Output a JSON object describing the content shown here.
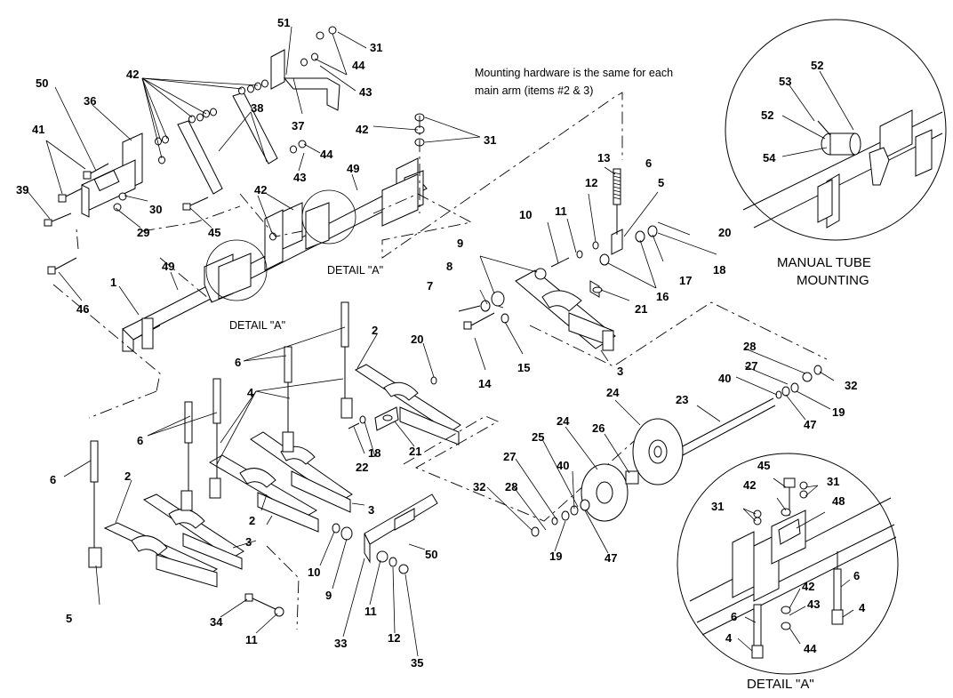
{
  "note": {
    "line1": "Mounting hardware is the same for each",
    "line2": "main arm (items #2 & 3)"
  },
  "detail_labels": {
    "upper": "DETAIL \"A\"",
    "lower": "DETAIL \"A\"",
    "inset_caption": "DETAIL \"A\""
  },
  "manual_tube": {
    "line1": "MANUAL TUBE",
    "line2": "MOUNTING"
  },
  "callouts": [
    {
      "id": "c1",
      "text": "51"
    },
    {
      "id": "c2",
      "text": "31"
    },
    {
      "id": "c3",
      "text": "44"
    },
    {
      "id": "c4",
      "text": "43"
    },
    {
      "id": "c5",
      "text": "42"
    },
    {
      "id": "c6",
      "text": "50"
    },
    {
      "id": "c7",
      "text": "36"
    },
    {
      "id": "c8",
      "text": "41"
    },
    {
      "id": "c9",
      "text": "38"
    },
    {
      "id": "c10",
      "text": "37"
    },
    {
      "id": "c11",
      "text": "42"
    },
    {
      "id": "c12",
      "text": "31"
    },
    {
      "id": "c13",
      "text": "44"
    },
    {
      "id": "c14",
      "text": "43"
    },
    {
      "id": "c15",
      "text": "49"
    },
    {
      "id": "c16",
      "text": "39"
    },
    {
      "id": "c17",
      "text": "30"
    },
    {
      "id": "c18",
      "text": "29"
    },
    {
      "id": "c19",
      "text": "45"
    },
    {
      "id": "c20",
      "text": "42"
    },
    {
      "id": "c21",
      "text": "46"
    },
    {
      "id": "c22",
      "text": "49"
    },
    {
      "id": "c23",
      "text": "1"
    },
    {
      "id": "c24",
      "text": "13"
    },
    {
      "id": "c25",
      "text": "6"
    },
    {
      "id": "c26",
      "text": "12"
    },
    {
      "id": "c27",
      "text": "5"
    },
    {
      "id": "c28",
      "text": "10"
    },
    {
      "id": "c29",
      "text": "11"
    },
    {
      "id": "c30",
      "text": "20"
    },
    {
      "id": "c31",
      "text": "9"
    },
    {
      "id": "c32",
      "text": "8"
    },
    {
      "id": "c33",
      "text": "18"
    },
    {
      "id": "c34",
      "text": "17"
    },
    {
      "id": "c35",
      "text": "16"
    },
    {
      "id": "c36",
      "text": "7"
    },
    {
      "id": "c37",
      "text": "21"
    },
    {
      "id": "c38",
      "text": "3"
    },
    {
      "id": "c39",
      "text": "15"
    },
    {
      "id": "c40",
      "text": "14"
    },
    {
      "id": "c41",
      "text": "6"
    },
    {
      "id": "c42",
      "text": "2"
    },
    {
      "id": "c43",
      "text": "20"
    },
    {
      "id": "c44",
      "text": "4"
    },
    {
      "id": "c45",
      "text": "6"
    },
    {
      "id": "c46",
      "text": "22"
    },
    {
      "id": "c47",
      "text": "18"
    },
    {
      "id": "c48",
      "text": "21"
    },
    {
      "id": "c49",
      "text": "6"
    },
    {
      "id": "c50",
      "text": "2"
    },
    {
      "id": "c51",
      "text": "2"
    },
    {
      "id": "c52",
      "text": "3"
    },
    {
      "id": "c53",
      "text": "3"
    },
    {
      "id": "c54",
      "text": "5"
    },
    {
      "id": "c55",
      "text": "10"
    },
    {
      "id": "c56",
      "text": "9"
    },
    {
      "id": "c57",
      "text": "50"
    },
    {
      "id": "c58",
      "text": "34"
    },
    {
      "id": "c59",
      "text": "11"
    },
    {
      "id": "c60",
      "text": "11"
    },
    {
      "id": "c61",
      "text": "12"
    },
    {
      "id": "c62",
      "text": "33"
    },
    {
      "id": "c63",
      "text": "35"
    },
    {
      "id": "c64",
      "text": "24"
    },
    {
      "id": "c65",
      "text": "23"
    },
    {
      "id": "c66",
      "text": "28"
    },
    {
      "id": "c67",
      "text": "27"
    },
    {
      "id": "c68",
      "text": "40"
    },
    {
      "id": "c69",
      "text": "32"
    },
    {
      "id": "c70",
      "text": "19"
    },
    {
      "id": "c71",
      "text": "47"
    },
    {
      "id": "c72",
      "text": "24"
    },
    {
      "id": "c73",
      "text": "26"
    },
    {
      "id": "c74",
      "text": "25"
    },
    {
      "id": "c75",
      "text": "27"
    },
    {
      "id": "c76",
      "text": "40"
    },
    {
      "id": "c77",
      "text": "32"
    },
    {
      "id": "c78",
      "text": "28"
    },
    {
      "id": "c79",
      "text": "19"
    },
    {
      "id": "c80",
      "text": "47"
    },
    {
      "id": "c81",
      "text": "52"
    },
    {
      "id": "c82",
      "text": "53"
    },
    {
      "id": "c83",
      "text": "52"
    },
    {
      "id": "c84",
      "text": "54"
    },
    {
      "id": "c85",
      "text": "45"
    },
    {
      "id": "c86",
      "text": "42"
    },
    {
      "id": "c87",
      "text": "31"
    },
    {
      "id": "c88",
      "text": "31"
    },
    {
      "id": "c89",
      "text": "48"
    },
    {
      "id": "c90",
      "text": "6"
    },
    {
      "id": "c91",
      "text": "42"
    },
    {
      "id": "c92",
      "text": "43"
    },
    {
      "id": "c93",
      "text": "6"
    },
    {
      "id": "c94",
      "text": "4"
    },
    {
      "id": "c95",
      "text": "4"
    },
    {
      "id": "c96",
      "text": "44"
    }
  ]
}
